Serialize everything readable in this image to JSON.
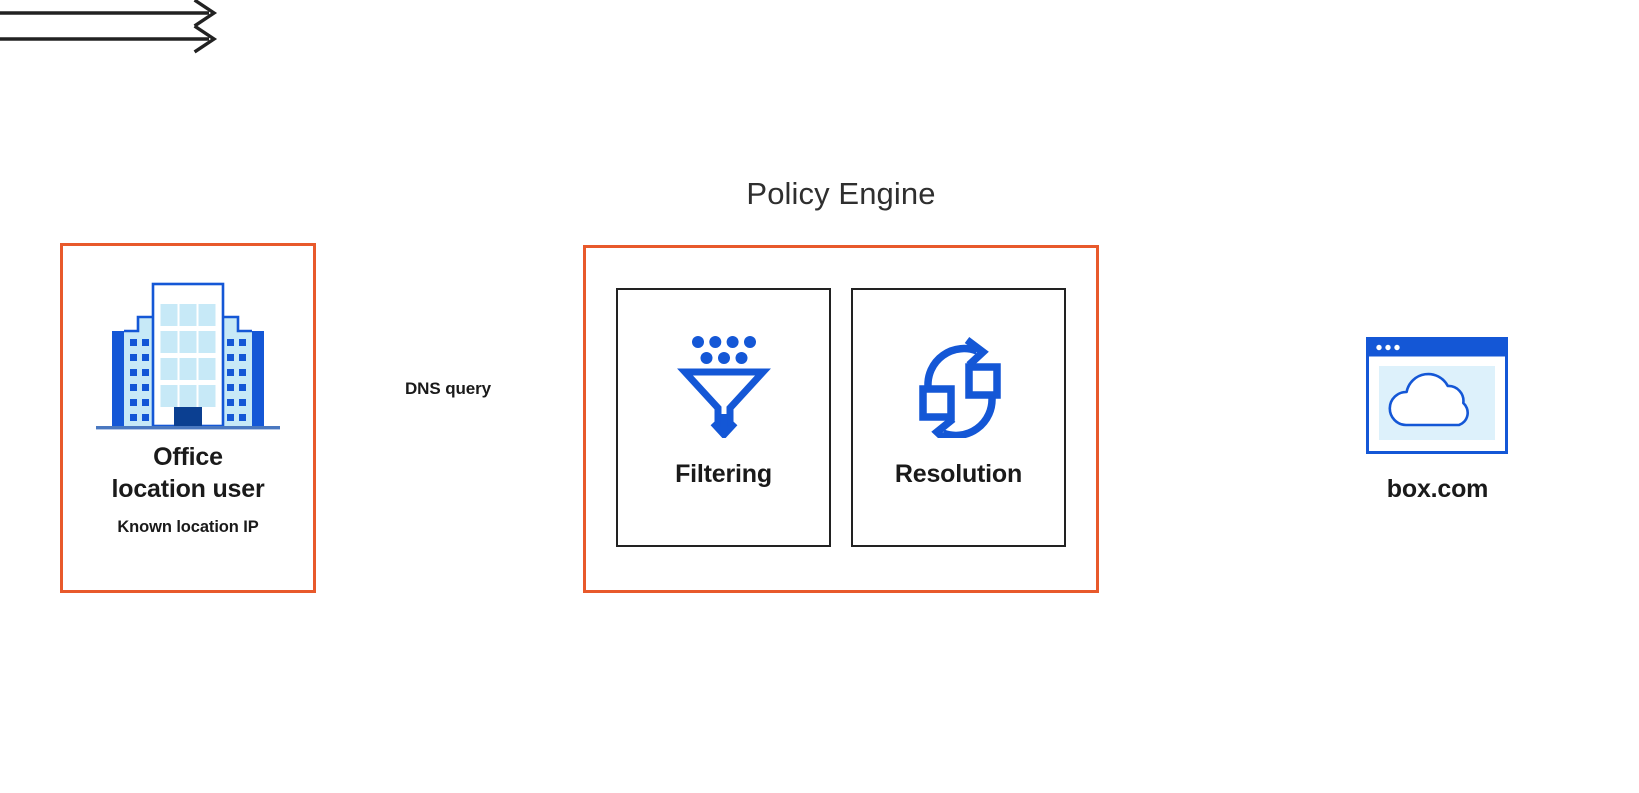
{
  "diagram": {
    "title": "Policy Engine",
    "background_color": "#ffffff",
    "accent_orange": "#e8592b",
    "accent_blue": "#1457d6",
    "icon_blue_dark": "#0b4fb8",
    "icon_blue_light": "#c7e9f7",
    "text_color": "#1a1a1a"
  },
  "nodes": {
    "office": {
      "title": "Office\nlocation user",
      "subtitle": "Known location IP",
      "icon": "office-building-icon"
    },
    "policy_engine": {
      "title": "Policy Engine",
      "cards": [
        {
          "label": "Filtering",
          "icon": "funnel-filter-icon"
        },
        {
          "label": "Resolution",
          "icon": "resolution-sync-icon"
        }
      ]
    },
    "destination": {
      "label": "box.com",
      "icon": "browser-window-cloud-icon"
    }
  },
  "connectors": [
    {
      "name": "office-to-policy",
      "label": "DNS query",
      "direction": "right"
    },
    {
      "name": "policy-to-destination",
      "label": "",
      "direction": "right"
    }
  ]
}
